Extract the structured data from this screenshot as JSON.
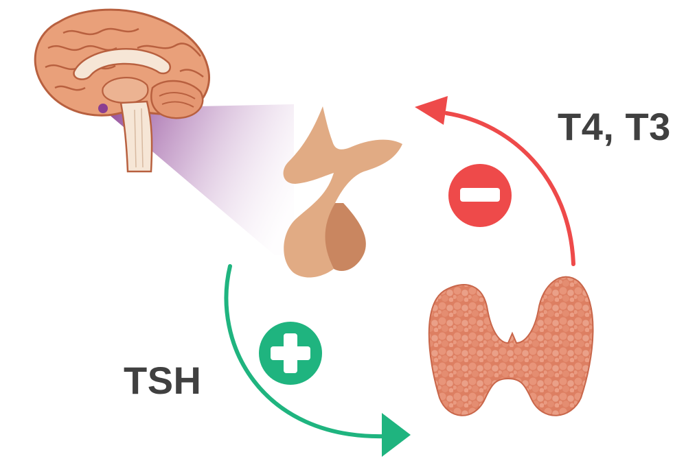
{
  "labels": {
    "feedback": "T4, T3",
    "stimulating_hormone": "TSH"
  },
  "nodes": [
    {
      "id": "brain",
      "icon": "brain-icon"
    },
    {
      "id": "pituitary",
      "icon": "pituitary-gland-icon"
    },
    {
      "id": "thyroid",
      "icon": "thyroid-gland-icon"
    }
  ],
  "edges": [
    {
      "from": "pituitary",
      "to": "thyroid",
      "sign": "+",
      "icon": "plus-icon",
      "label_key": "stimulating_hormone"
    },
    {
      "from": "thyroid",
      "to": "pituitary",
      "sign": "−",
      "icon": "minus-icon",
      "label_key": "feedback"
    }
  ],
  "colors": {
    "stimulate": "#1fb47f",
    "inhibit": "#ee4a4a",
    "hypothalamus_beam": "#8a3f91",
    "brain": "#e9a07a",
    "pituitary": "#e1ab84",
    "thyroid": "#df8264",
    "label_text": "#404040"
  }
}
